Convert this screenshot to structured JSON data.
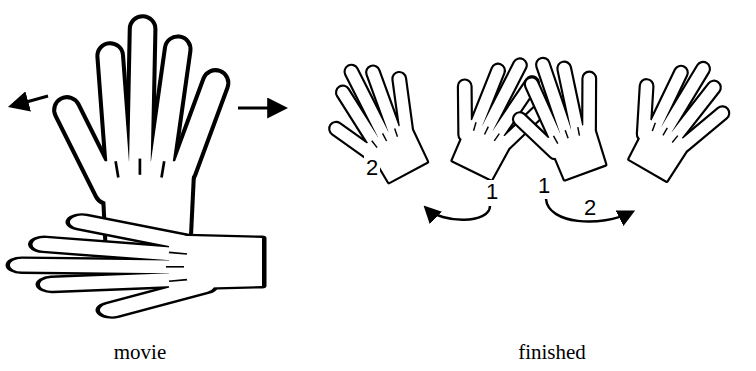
{
  "diagram": {
    "labels": [
      "2",
      "1",
      "1",
      "2",
      "movie",
      "finished"
    ]
  }
}
